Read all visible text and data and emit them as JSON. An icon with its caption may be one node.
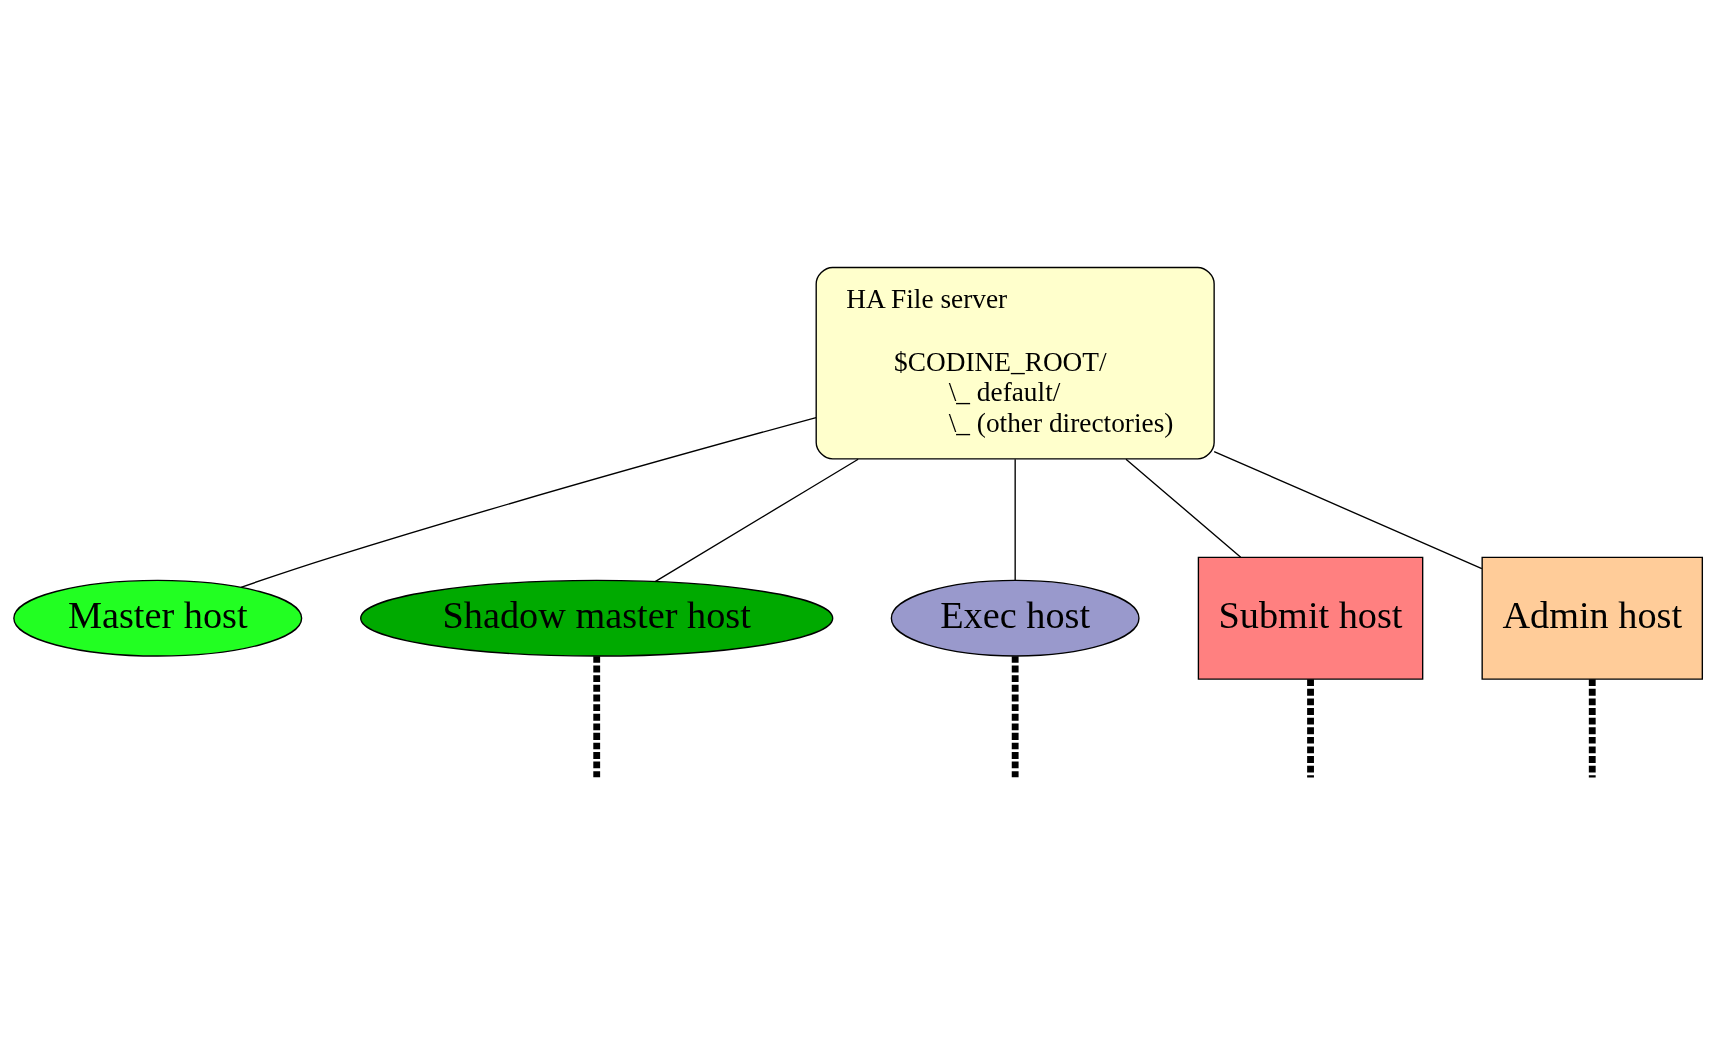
{
  "diagram": {
    "nodes": [
      {
        "text": [
          "HA File server",
          "$CODINE_ROOT/",
          "\\_ default/",
          "\\_ (other directories)"
        ]
      },
      {
        "text": [
          "Master host"
        ]
      },
      {
        "text": [
          "Shadow master host"
        ]
      },
      {
        "text": [
          "Exec host"
        ]
      },
      {
        "text": [
          "Submit host"
        ]
      },
      {
        "text": [
          "Admin host"
        ]
      }
    ],
    "edges": [
      {
        "from": 0,
        "to": 1,
        "arrow": "none"
      },
      {
        "from": 0,
        "to": 2,
        "arrow": "none"
      },
      {
        "from": 0,
        "to": 3,
        "arrow": "none"
      },
      {
        "from": 0,
        "to": 4,
        "arrow": "none"
      },
      {
        "from": 0,
        "to": 5,
        "arrow": "none"
      },
      {
        "from": 2,
        "to": null,
        "arrow": "none",
        "style": "dashed"
      },
      {
        "from": 3,
        "to": null,
        "arrow": "none",
        "style": "dashed"
      },
      {
        "from": 4,
        "to": null,
        "arrow": "none",
        "style": "dashed"
      },
      {
        "from": 5,
        "to": null,
        "arrow": "none",
        "style": "dashed"
      }
    ]
  }
}
